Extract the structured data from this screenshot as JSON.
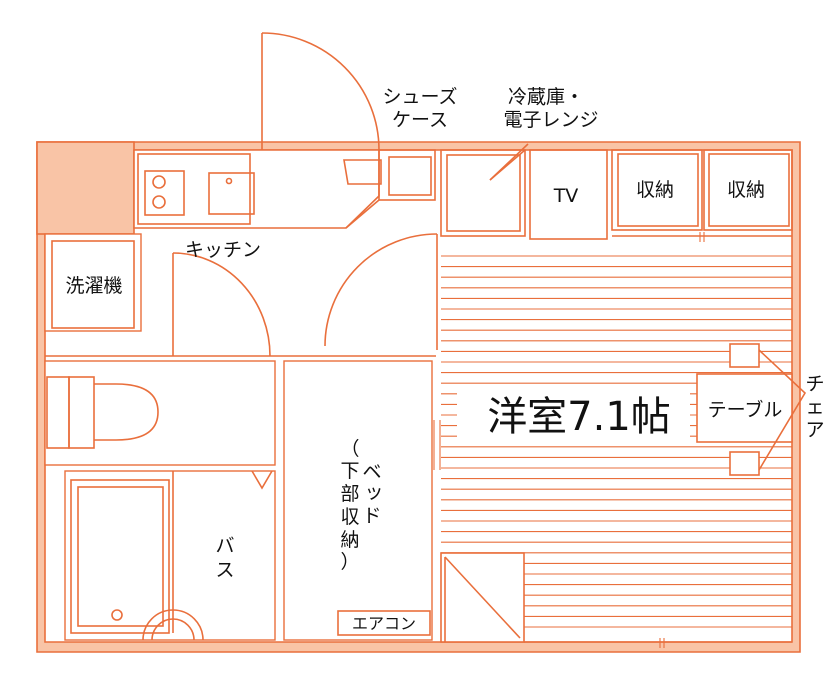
{
  "labels": {
    "shoes_case_1": "シューズ",
    "shoes_case_2": "ケース",
    "fridge_1": "冷蔵庫・",
    "fridge_2": "電子レンジ",
    "tv": "TV",
    "storage": "収納",
    "kitchen": "キッチン",
    "washer": "洗濯機",
    "room": "洋室7.1帖",
    "table": "テーブル",
    "chair": [
      "チ",
      "ェ",
      "ア"
    ],
    "bed": [
      "ベ",
      "ッ",
      "ド"
    ],
    "bed_note": [
      "（",
      "下",
      "部",
      "収",
      "納",
      "）"
    ],
    "bath": [
      "バ",
      "ス"
    ],
    "aircon": "エアコン"
  },
  "colors": {
    "line": "#e96f3c",
    "wall_fill": "#f9c4a6",
    "text": "#111111"
  }
}
